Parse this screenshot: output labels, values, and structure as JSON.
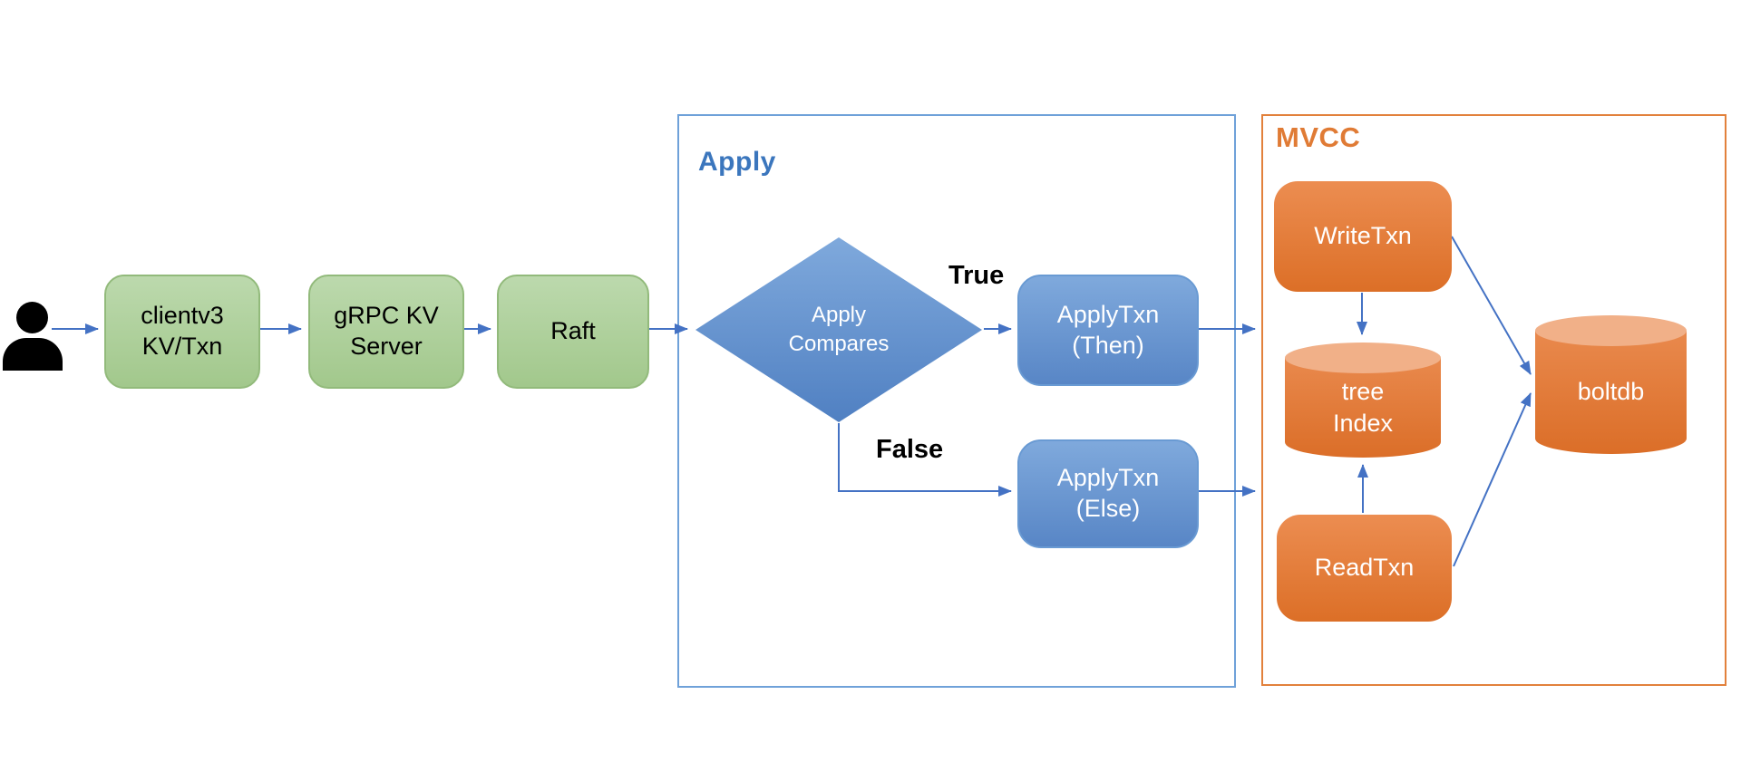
{
  "colors": {
    "stage_green_fill": "#aacf93",
    "flow_blue_fill": "#6a9bd5",
    "mvcc_orange_fill": "#e67b2e",
    "cylinder_cap_orange": "#f1b088",
    "connector_blue": "#4472c4",
    "apply_border_blue": "#6fa1d9",
    "mvcc_border_orange": "#e2813c",
    "apply_title_blue": "#3b76bd",
    "mvcc_title_orange": "#e07b35",
    "person_black": "#000000"
  },
  "groups": {
    "apply": {
      "title": "Apply"
    },
    "mvcc": {
      "title": "MVCC"
    }
  },
  "nodes": {
    "clientv3": {
      "label": "clientv3\nKV/Txn"
    },
    "grpc": {
      "label": "gRPC KV\nServer"
    },
    "raft": {
      "label": "Raft"
    },
    "apply_compares": {
      "label": "Apply\nCompares"
    },
    "apply_then": {
      "label": "ApplyTxn\n(Then)"
    },
    "apply_else": {
      "label": "ApplyTxn\n(Else)"
    },
    "write_txn": {
      "label": "WriteTxn"
    },
    "tree_index": {
      "label": "tree\nIndex"
    },
    "read_txn": {
      "label": "ReadTxn"
    },
    "boltdb": {
      "label": "boltdb"
    }
  },
  "edge_labels": {
    "true_branch": "True",
    "false_branch": "False"
  }
}
